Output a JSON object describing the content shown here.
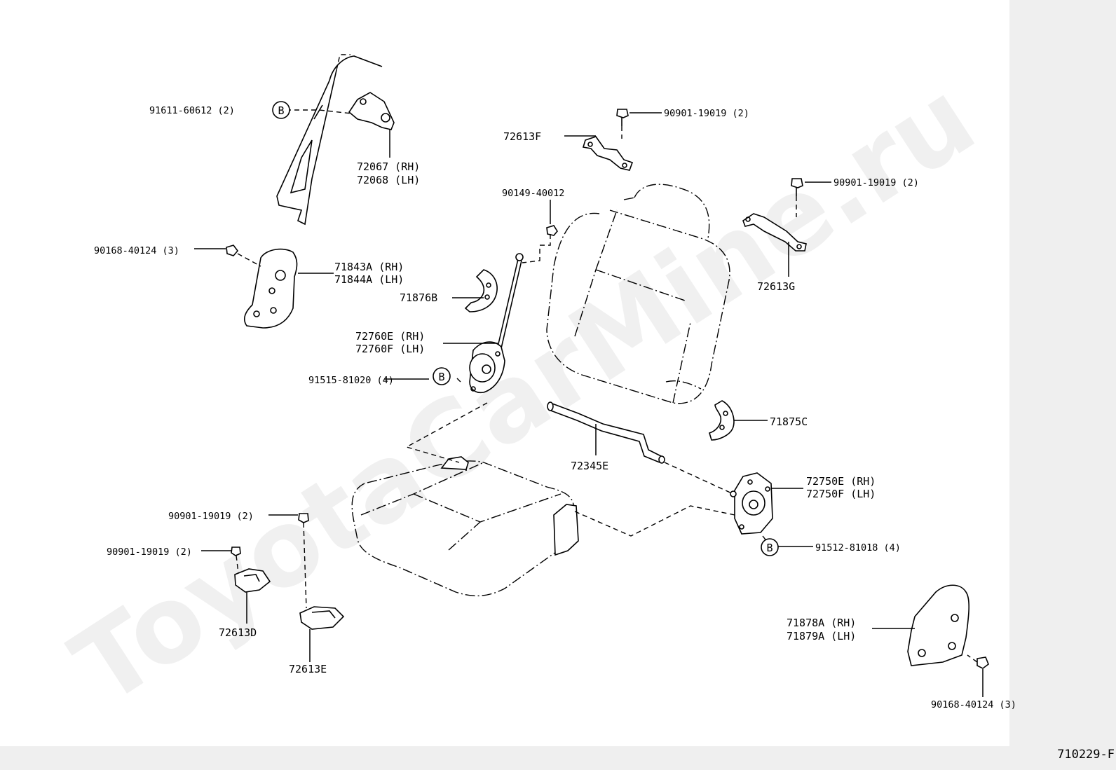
{
  "watermark": "ToyotaCarMine.ru",
  "diagram_code": "710229-F",
  "ref_mark": "B",
  "labels": {
    "p91611_60612": "91611-60612 (2)",
    "p72067": "72067 (RH)",
    "p72068": "72068 (LH)",
    "p72613F": "72613F",
    "p90901_top": "90901-19019 (2)",
    "p90901_right": "90901-19019 (2)",
    "p72613G": "72613G",
    "p90149": "90149-40012",
    "p90168_left": "90168-40124 (3)",
    "p71843A": "71843A (RH)",
    "p71844A": "71844A (LH)",
    "p71876B": "71876B",
    "p72760E": "72760E (RH)",
    "p72760F": "72760F (LH)",
    "p91515": "91515-81020 (4)",
    "p71875C": "71875C",
    "p72345E": "72345E",
    "p72750E": "72750E (RH)",
    "p72750F": "72750F (LH)",
    "p91512": "91512-81018 (4)",
    "p90901_a": "90901-19019 (2)",
    "p90901_b": "90901-19019 (2)",
    "p72613D": "72613D",
    "p72613E": "72613E",
    "p71878A": "71878A (RH)",
    "p71879A": "71879A (LH)",
    "p90168_right": "90168-40124 (3)"
  }
}
